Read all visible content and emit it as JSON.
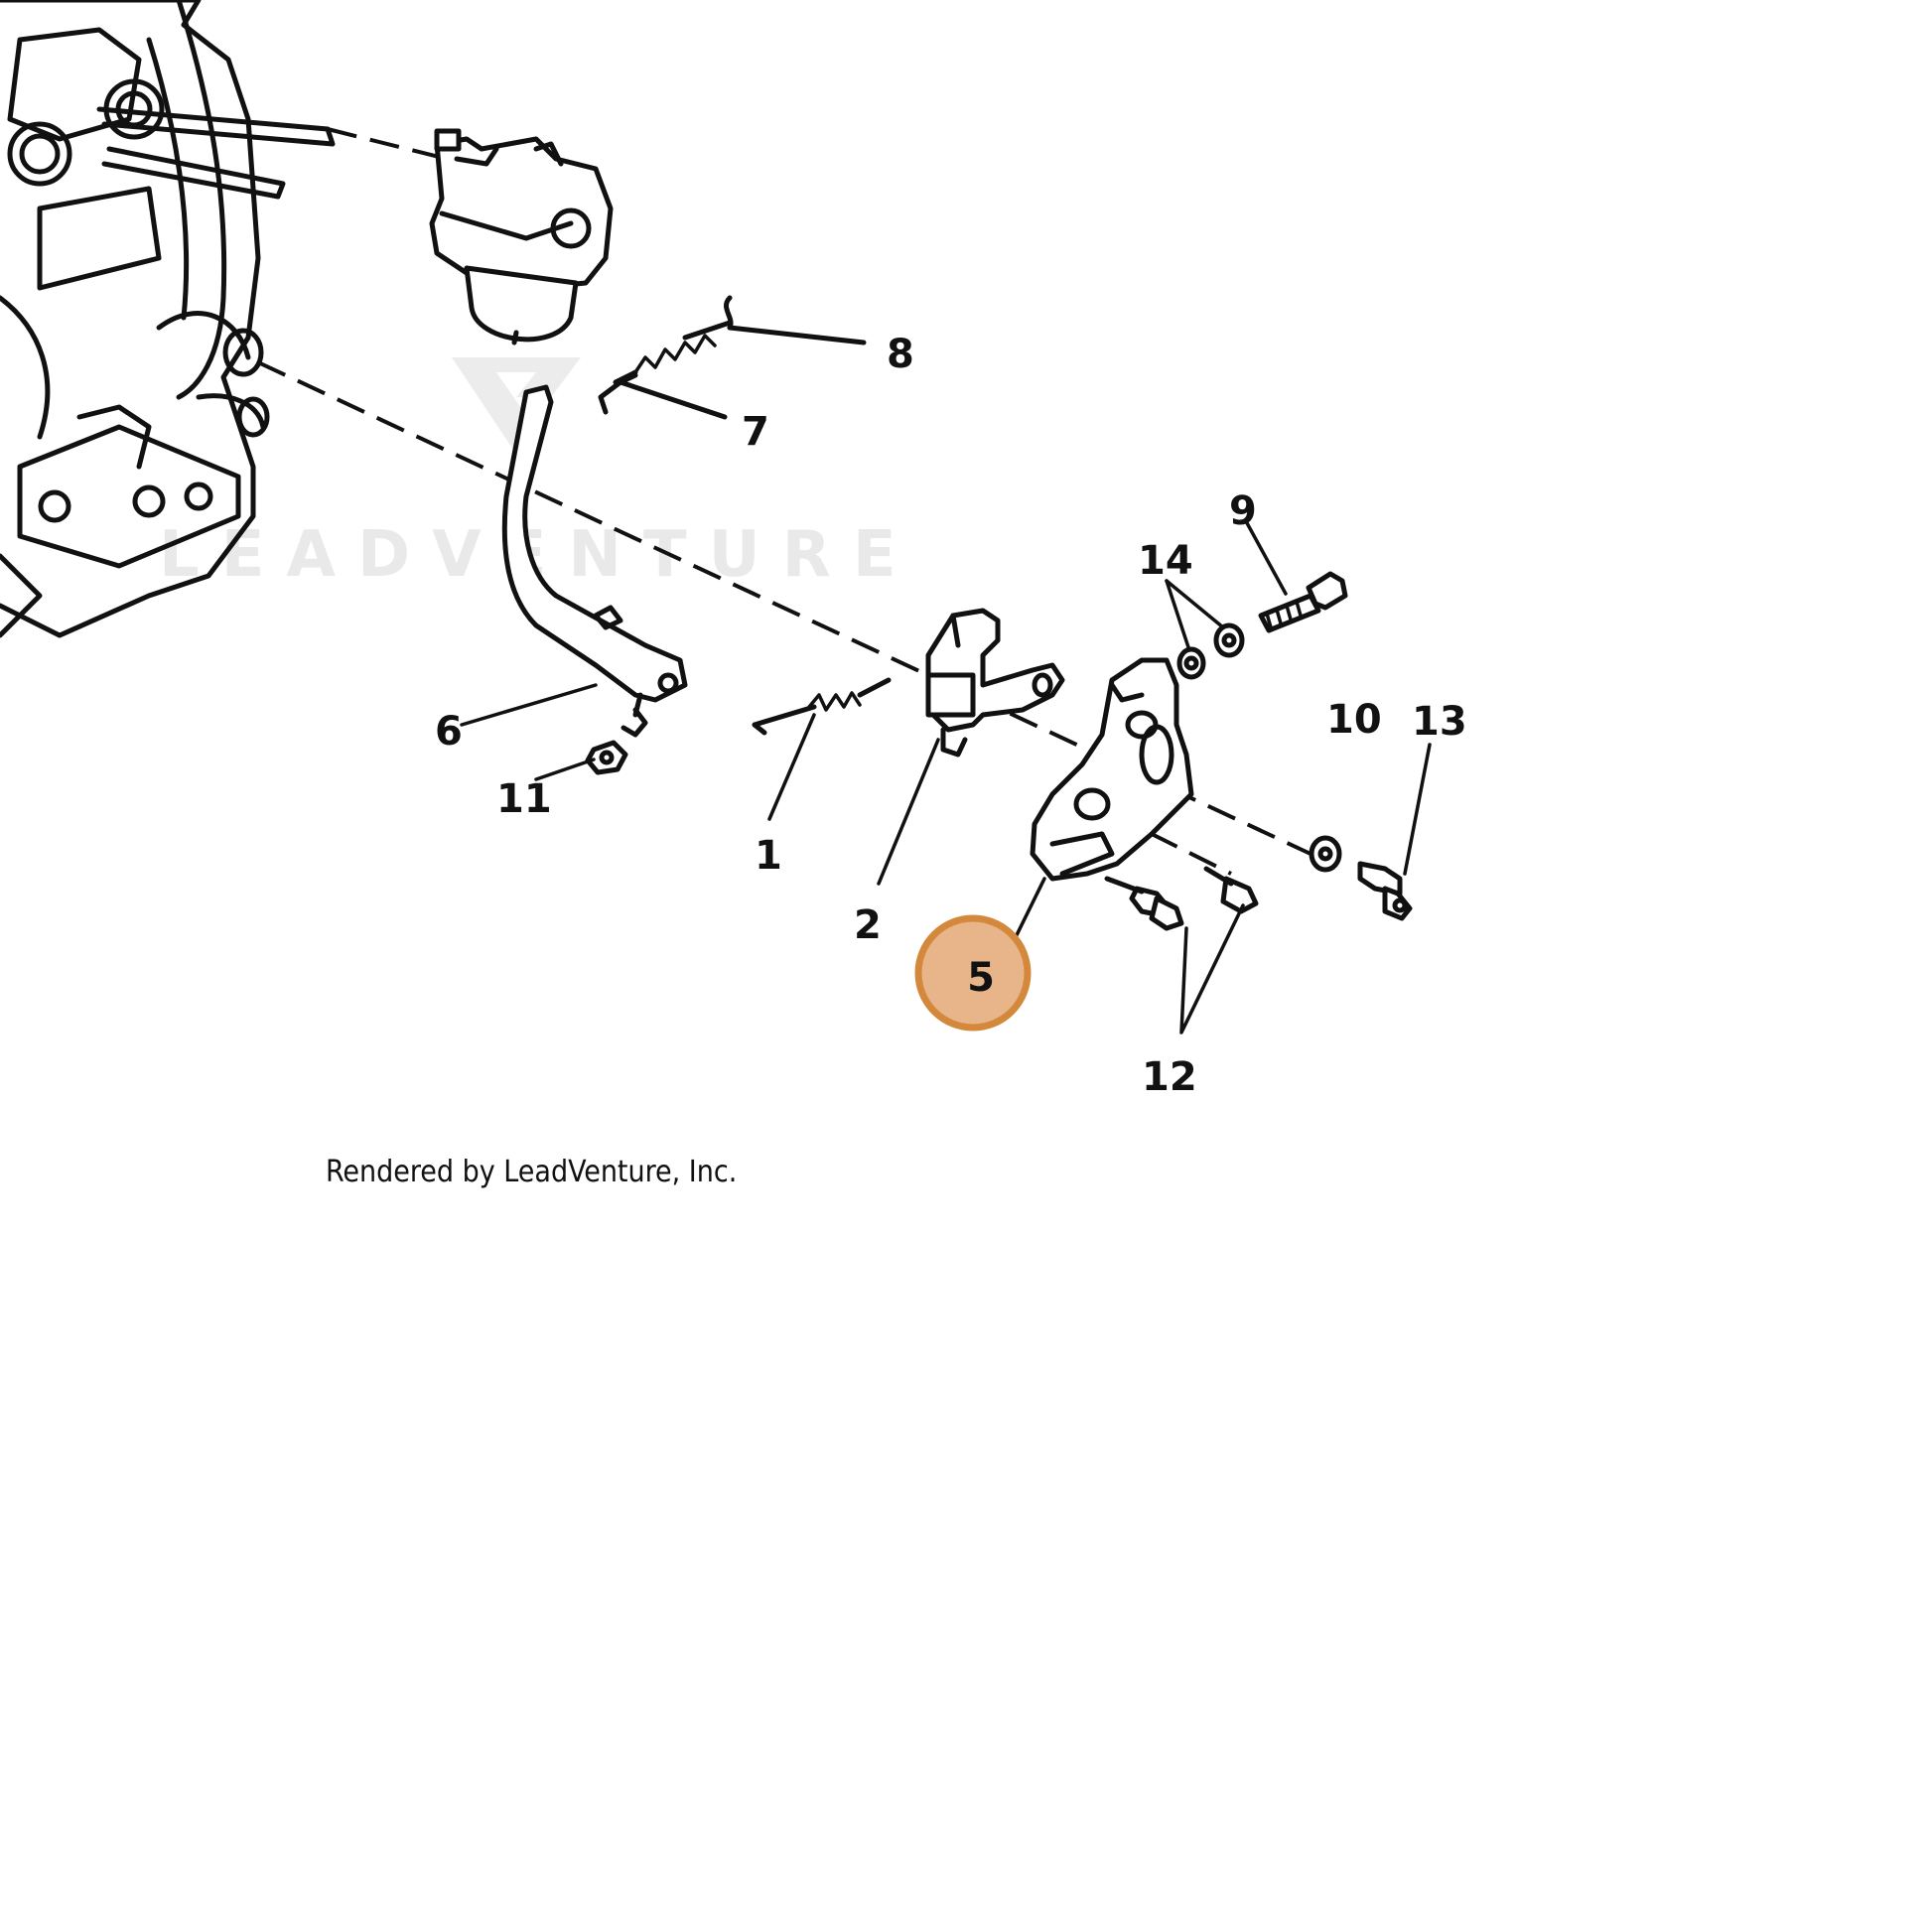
{
  "diagram": {
    "callouts": [
      {
        "id": "1",
        "label": "1"
      },
      {
        "id": "2",
        "label": "2"
      },
      {
        "id": "5",
        "label": "5"
      },
      {
        "id": "6",
        "label": "6"
      },
      {
        "id": "7",
        "label": "7"
      },
      {
        "id": "8",
        "label": "8"
      },
      {
        "id": "9",
        "label": "9"
      },
      {
        "id": "10",
        "label": "10"
      },
      {
        "id": "11",
        "label": "11"
      },
      {
        "id": "12",
        "label": "12"
      },
      {
        "id": "13",
        "label": "13"
      },
      {
        "id": "14",
        "label": "14"
      }
    ],
    "highlighted_callout": "5",
    "highlight_color": "#d4883c",
    "highlight_fill": "#e8b48a",
    "credit": "Rendered by LeadVenture, Inc.",
    "watermark": "LEADVENTURE"
  }
}
